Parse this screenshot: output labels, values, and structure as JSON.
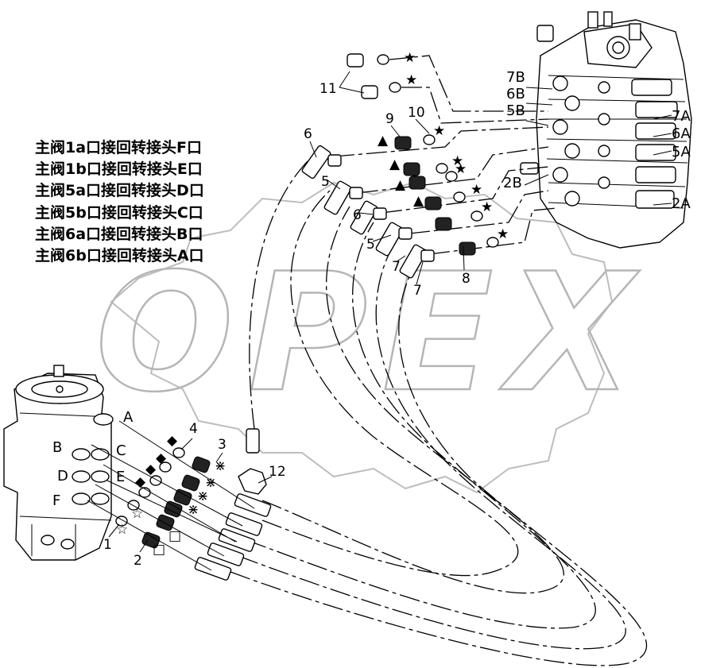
{
  "legend": [
    "主阀1a口接回转接头F口",
    "主阀1b口接回转接头E口",
    "主阀5a口接回转接头D口",
    "主阀5b口接回转接头C口",
    "主阀6a口接回转接头B口",
    "主阀6b口接回转接头A口"
  ],
  "watermark": "OPEX",
  "valve_ports": [
    "7B",
    "6B",
    "5B",
    "7A",
    "6A",
    "5A",
    "2B",
    "2A"
  ],
  "swivel_ports": [
    "A",
    "B",
    "C",
    "D",
    "E",
    "F"
  ],
  "part_numbers": {
    "p1": "1",
    "p2": "2",
    "p3": "3",
    "p4": "4",
    "p5a": "5",
    "p5b": "5",
    "p6a": "6",
    "p6b": "6",
    "p7a": "7",
    "p7b": "7",
    "p8": "8",
    "p9": "9",
    "p10": "10",
    "p11": "11",
    "p12": "12"
  },
  "symbols": {
    "star": "★",
    "triangle": "▲",
    "diamond": "◆",
    "open_star": "☆",
    "asterisk": "⋇",
    "square": "□"
  },
  "icons": [
    "main-valve-icon",
    "swivel-joint-icon",
    "hose-fitting-icon",
    "o-ring-icon"
  ]
}
